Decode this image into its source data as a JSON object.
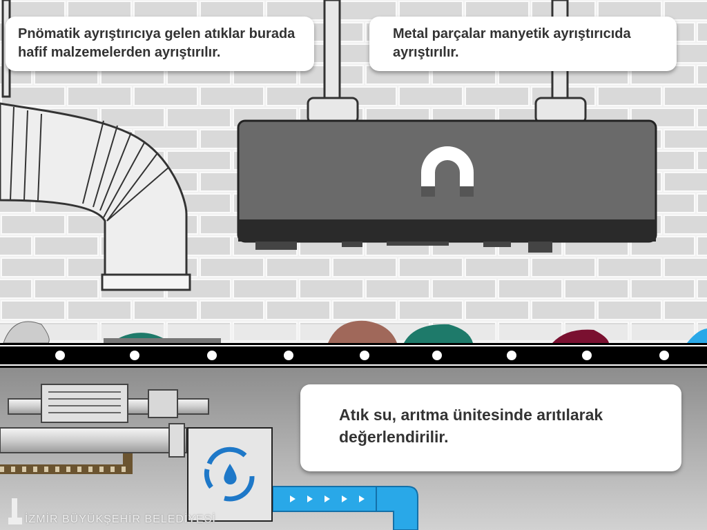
{
  "captions": {
    "pneumatic": "Pnömatik ayrıştırıcıya gelen atıklar burada hafif malzemelerden ayrıştırılır.",
    "magnetic": "Metal parçalar manyetik ayrıştırıcıda ayrıştırılır.",
    "wastewater": "Atık su, arıtma ünitesinde arıtılarak değerlendirilir."
  },
  "logo": {
    "text": "İZMİR BÜYÜKŞEHİR BELEDİYESİ"
  },
  "colors": {
    "water": "#29a8e8",
    "belt": "#000000",
    "magnet": "#6a6a6a",
    "waste_brown": "#a0685a",
    "waste_green": "#1e7a6a",
    "waste_maroon": "#7a1030"
  }
}
